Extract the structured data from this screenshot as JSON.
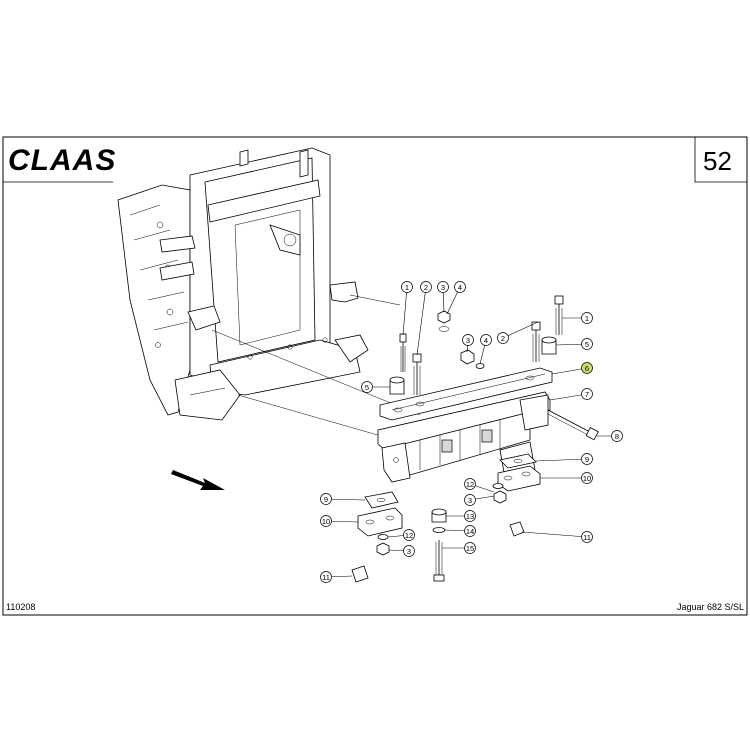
{
  "header": {
    "brand": "CLAAS",
    "page_number": "52"
  },
  "footer": {
    "drawing_number": "110208",
    "model": "Jaguar 682 S/SL"
  },
  "highlight_color": "#c8e06a",
  "callouts": [
    {
      "label": "1"
    },
    {
      "label": "2"
    },
    {
      "label": "3"
    },
    {
      "label": "4"
    },
    {
      "label": "3"
    },
    {
      "label": "4"
    },
    {
      "label": "2"
    },
    {
      "label": "1"
    },
    {
      "label": "5"
    },
    {
      "label": "5"
    },
    {
      "label": "6",
      "highlighted": true
    },
    {
      "label": "7"
    },
    {
      "label": "8"
    },
    {
      "label": "9"
    },
    {
      "label": "10"
    },
    {
      "label": "11"
    },
    {
      "label": "12"
    },
    {
      "label": "3"
    },
    {
      "label": "13"
    },
    {
      "label": "14"
    },
    {
      "label": "15"
    },
    {
      "label": "9"
    },
    {
      "label": "10"
    },
    {
      "label": "12"
    },
    {
      "label": "3"
    },
    {
      "label": "11"
    }
  ]
}
